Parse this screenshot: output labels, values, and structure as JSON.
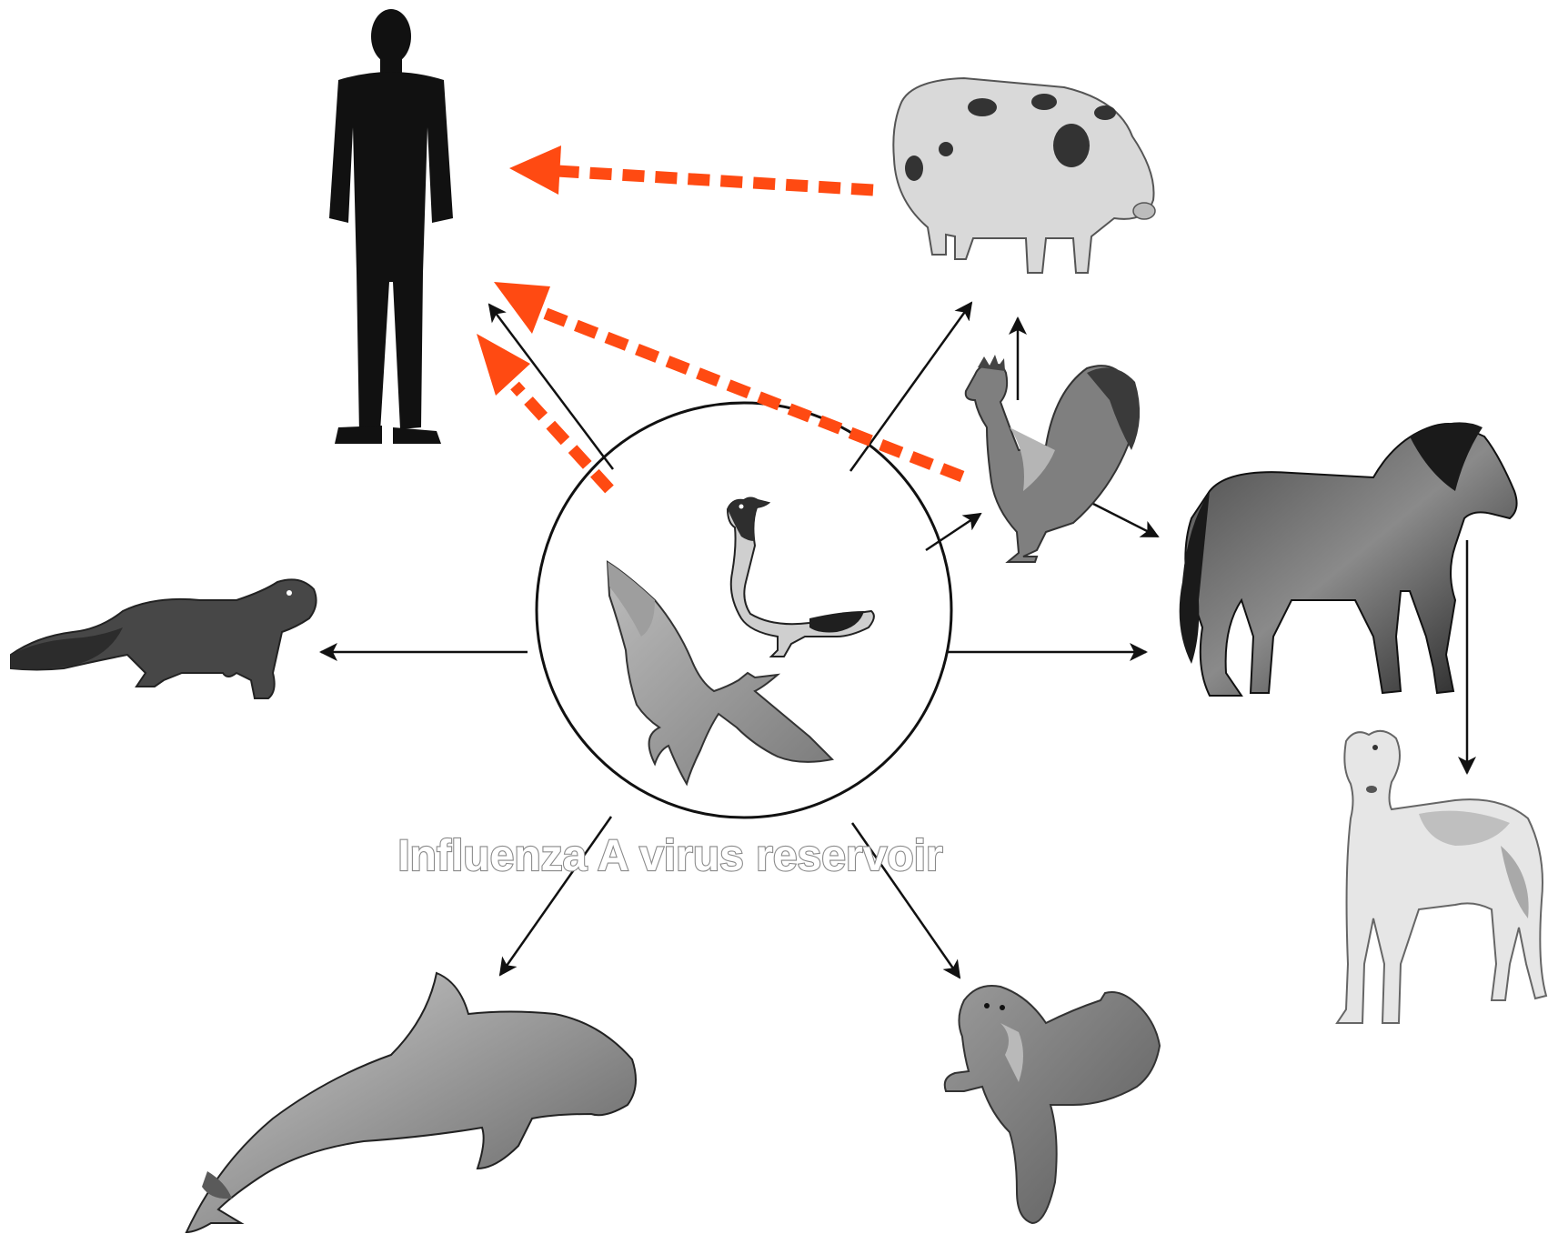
{
  "diagram": {
    "reservoir_label": "Influenza A virus reservoir",
    "colors": {
      "background": "#ffffff",
      "arrow": "#111111",
      "zoonotic_arrow": "#ff4a12",
      "circle_stroke": "#111111",
      "label_fill": "#ffffff",
      "label_outline": "#8a8a8a"
    },
    "reservoir_hosts": [
      "duck-icon",
      "gull-icon"
    ],
    "hosts": [
      "human-icon",
      "pig-icon",
      "chicken-icon",
      "horse-icon",
      "dog-icon",
      "ferret-icon",
      "whale-icon",
      "seal-icon"
    ],
    "transmission": [
      {
        "from": "reservoir",
        "to": "human",
        "style": "solid"
      },
      {
        "from": "reservoir",
        "to": "pig",
        "style": "solid"
      },
      {
        "from": "reservoir",
        "to": "chicken",
        "style": "solid"
      },
      {
        "from": "reservoir",
        "to": "horse",
        "style": "solid"
      },
      {
        "from": "reservoir",
        "to": "ferret",
        "style": "solid"
      },
      {
        "from": "reservoir",
        "to": "whale",
        "style": "solid"
      },
      {
        "from": "reservoir",
        "to": "seal",
        "style": "solid"
      },
      {
        "from": "chicken",
        "to": "pig",
        "style": "solid"
      },
      {
        "from": "chicken",
        "to": "horse",
        "style": "solid"
      },
      {
        "from": "horse",
        "to": "dog",
        "style": "solid"
      },
      {
        "from": "pig",
        "to": "human",
        "style": "dashed"
      },
      {
        "from": "chicken",
        "to": "human",
        "style": "dashed"
      },
      {
        "from": "reservoir",
        "to": "human",
        "style": "dashed"
      }
    ]
  }
}
